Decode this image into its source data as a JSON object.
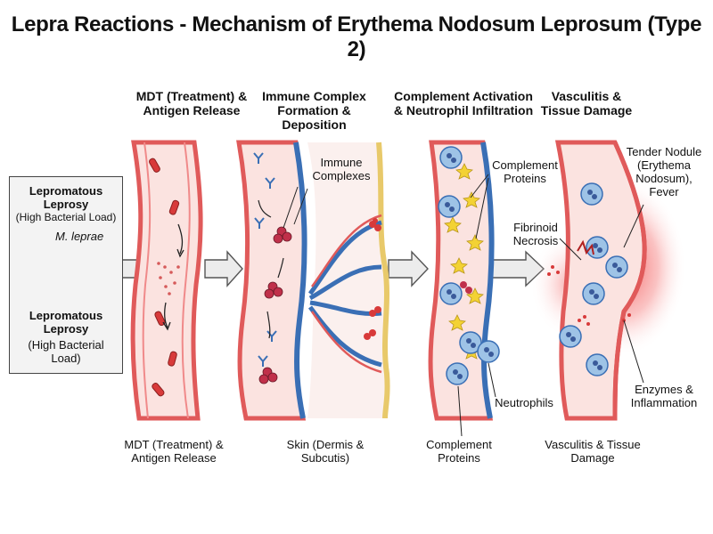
{
  "title": "Lepra Reactions - Mechanism of Erythema Nodosum Leprosum (Type 2)",
  "left_box": {
    "heading": "Lepromatous Leprosy",
    "sub": "(High Bacterial Load)",
    "organism": "M. leprae",
    "heading2": "Lepromatous Leprosy",
    "sub2": "(High Bacterial Load)"
  },
  "stages": [
    {
      "header": "MDT (Treatment) & Antigen Release",
      "caption": "MDT (Treatment) & Antigen Release"
    },
    {
      "header": "Immune Complex Formation & Deposition",
      "caption": "Skin (Dermis & Subcutis)"
    },
    {
      "header": "Complement Activation & Neutrophil Infiltration",
      "caption": "Complement Proteins"
    },
    {
      "header": "Vasculitis & Tissue Damage",
      "caption": "Vasculitis & Tissue Damage"
    }
  ],
  "callouts": {
    "immune_complexes": "Immune Complexes",
    "complement_proteins_top": "Complement Proteins",
    "neutrophils": "Neutrophils",
    "fibrinoid": "Fibrinoid Necrosis",
    "tender_nodule": "Tender Nodule (Erythema Nodosum), Fever",
    "enzymes": "Enzymes & Inflammation"
  },
  "colors": {
    "vessel_wall": "#e05a5a",
    "lumen": "#fbe3e0",
    "vein": "#3a6fb5",
    "rbc": "#d83a3a",
    "complement": "#f3d234",
    "neutrophil": "#9ec3e6",
    "inflammation": "#f06060",
    "arrow": "#e8e8e8"
  }
}
